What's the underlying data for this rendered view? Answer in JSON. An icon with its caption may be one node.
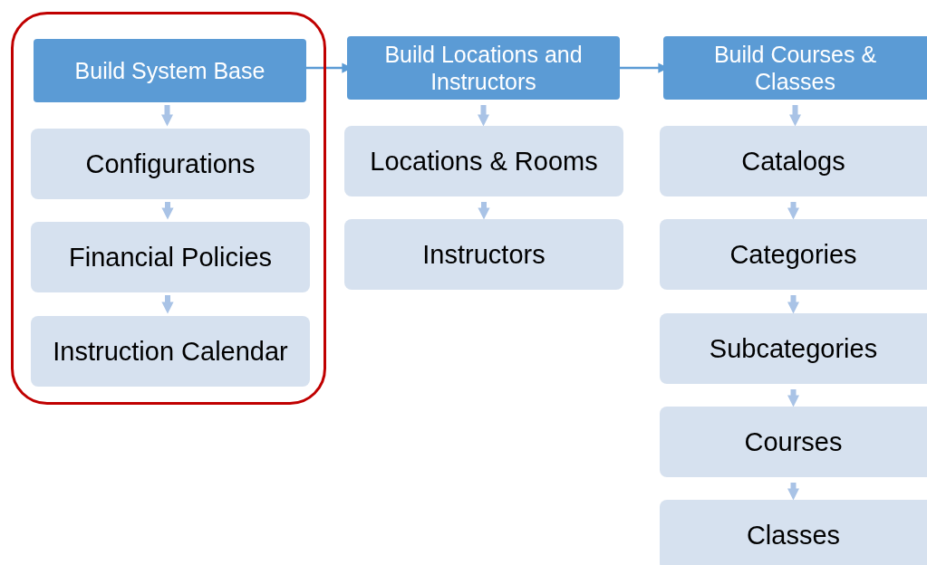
{
  "diagram": {
    "nodes": [
      {
        "text": [],
        "shape": "box"
      },
      {
        "text": [
          "Build System Base"
        ],
        "in": 0
      },
      {
        "text": [
          "Configurations"
        ],
        "in": 0
      },
      {
        "text": [
          "Financial Policies"
        ],
        "in": 0
      },
      {
        "text": [
          "Instruction Calendar"
        ],
        "in": 0
      },
      {
        "text": [
          "Build Locations and Instructors"
        ]
      },
      {
        "text": [
          "Locations & Rooms"
        ]
      },
      {
        "text": [
          "Instructors"
        ]
      },
      {
        "text": [
          "Build Courses & Classes"
        ]
      },
      {
        "text": [
          "Catalogs"
        ]
      },
      {
        "text": [
          "Categories"
        ]
      },
      {
        "text": [
          "Subcategories"
        ]
      },
      {
        "text": [
          "Courses"
        ]
      },
      {
        "text": [
          "Classes"
        ]
      }
    ],
    "edges": [
      {
        "from": 1,
        "to": 5,
        "arrow": "to",
        "color": "#5b9bd5"
      },
      {
        "from": 5,
        "to": 8,
        "arrow": "to",
        "color": "#5b9bd5"
      },
      {
        "from": 1,
        "to": 2,
        "arrow": "to"
      },
      {
        "from": 2,
        "to": 3,
        "arrow": "to"
      },
      {
        "from": 3,
        "to": 4,
        "arrow": "to"
      },
      {
        "from": 5,
        "to": 6,
        "arrow": "to"
      },
      {
        "from": 6,
        "to": 7,
        "arrow": "to"
      },
      {
        "from": 8,
        "to": 9,
        "arrow": "to"
      },
      {
        "from": 9,
        "to": 10,
        "arrow": "to"
      },
      {
        "from": 10,
        "to": 11,
        "arrow": "to"
      },
      {
        "from": 11,
        "to": 12,
        "arrow": "to"
      },
      {
        "from": 12,
        "to": 13,
        "arrow": "to"
      }
    ]
  }
}
